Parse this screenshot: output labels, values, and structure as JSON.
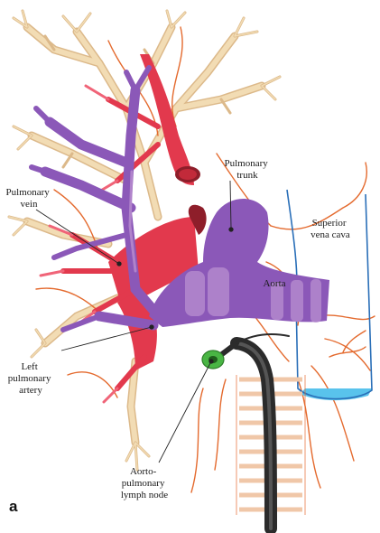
{
  "figure": {
    "panel_letter": "a",
    "labels": {
      "pulmonary_trunk": [
        "Pulmonary",
        "trunk"
      ],
      "pulmonary_vein": [
        "Pulmonary",
        "vein"
      ],
      "superior_vena_cava": [
        "Superior",
        "vena cava"
      ],
      "aorta": [
        "Aorta"
      ],
      "left_pulmonary_artery": [
        "Left",
        "pulmonary",
        "artery"
      ],
      "aortopulmonary_lymph_node": [
        "Aorto-",
        "pulmonary",
        "lymph node"
      ]
    },
    "colors": {
      "background": "#ffffff",
      "artery": "#8b58b8",
      "artery_band": "#b98fd0",
      "vein": "#e2394d",
      "vein_light": "#f06478",
      "bronchus": "#f2dcb4",
      "bronchus_edge": "#dcb98a",
      "nerve": "#e46a2e",
      "vena_cava": "#2a6fb8",
      "vena_cava_fill": "#59c3ec",
      "lymph_node": "#49b544",
      "endoscope": "#2b2b2b",
      "trachea": "#f0c7a8"
    }
  }
}
